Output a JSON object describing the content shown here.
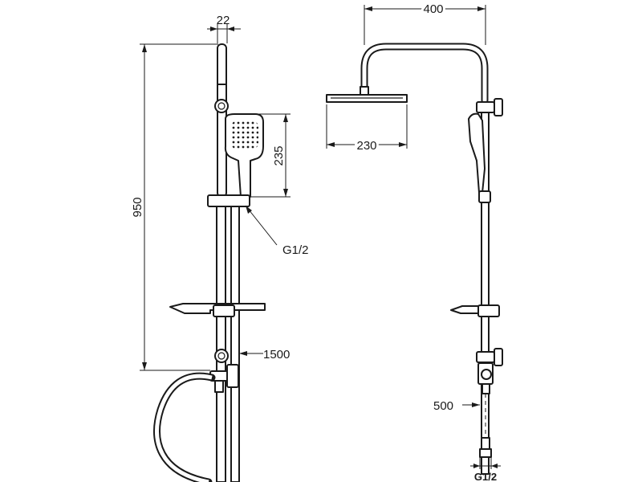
{
  "dimensions": {
    "rail_width": "22",
    "total_height": "950",
    "hand_shower_length": "235",
    "connection_thread": "G1/2",
    "hose_length": "1500",
    "arm_width": "400",
    "head_width": "230",
    "extension_length": "500",
    "bottom_thread": "G1/2"
  }
}
